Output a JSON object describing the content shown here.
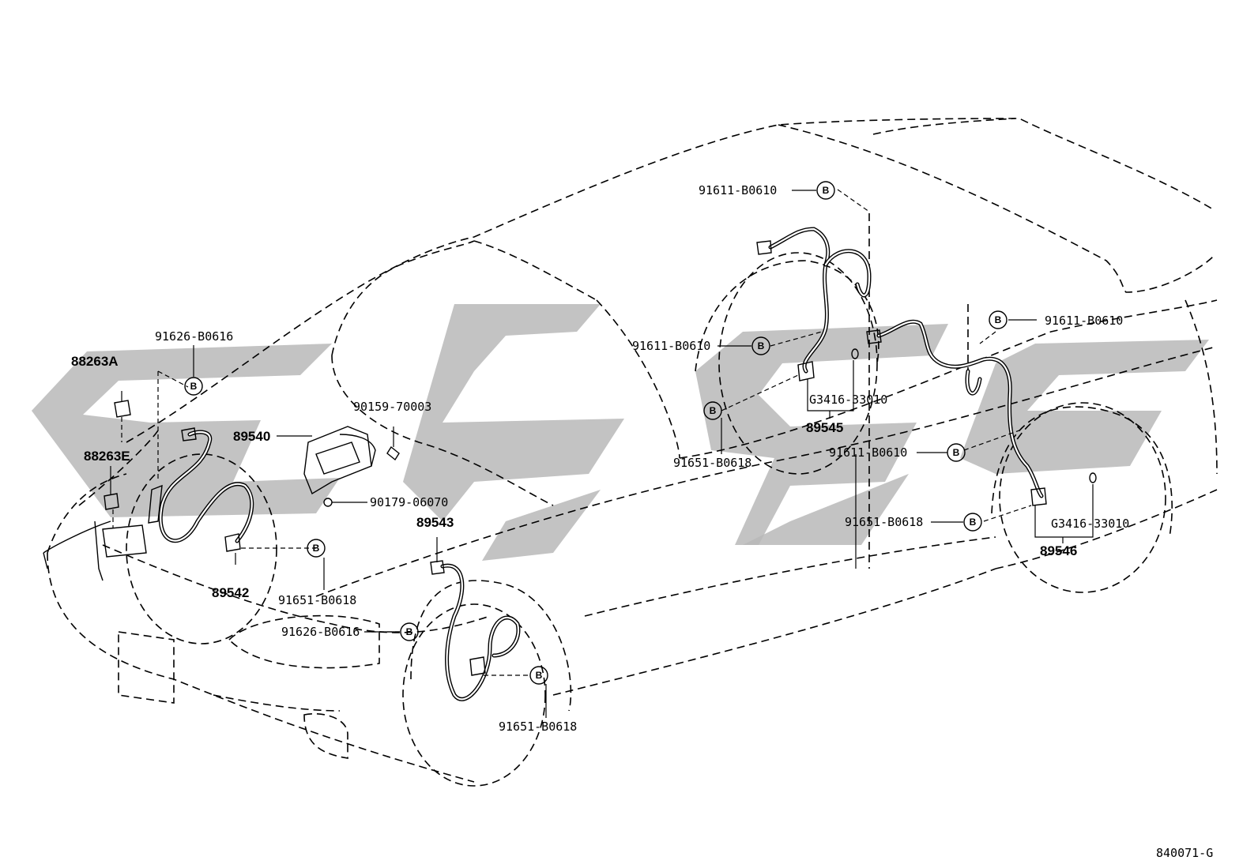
{
  "parts": {
    "p88263A": "88263A",
    "p88263E": "88263E",
    "p91626_top": "91626-B0616",
    "p89540": "89540",
    "p90159": "90159-70003",
    "p90179": "90179-06070",
    "p89542": "89542",
    "p91651_left": "91651-B0618",
    "p89543": "89543",
    "p91626_mid": "91626-B0616",
    "p91651_bottom": "91651-B0618",
    "p91611_top": "91611-B0610",
    "p91611_left": "91611-B0610",
    "pG3416_a": "G3416-33010",
    "p89545": "89545",
    "p91651_mid": "91651-B0618",
    "p91611_right": "91611-B0610",
    "p91611_mid": "91611-B0610",
    "p91651_right": "91651-B0618",
    "pG3416_b": "G3416-33010",
    "p89546": "89546"
  },
  "badge_letter": "B",
  "figure_code": "840071-G",
  "colors": {
    "line": "#000000",
    "watermark": "#b9b9b9",
    "background": "#ffffff"
  }
}
